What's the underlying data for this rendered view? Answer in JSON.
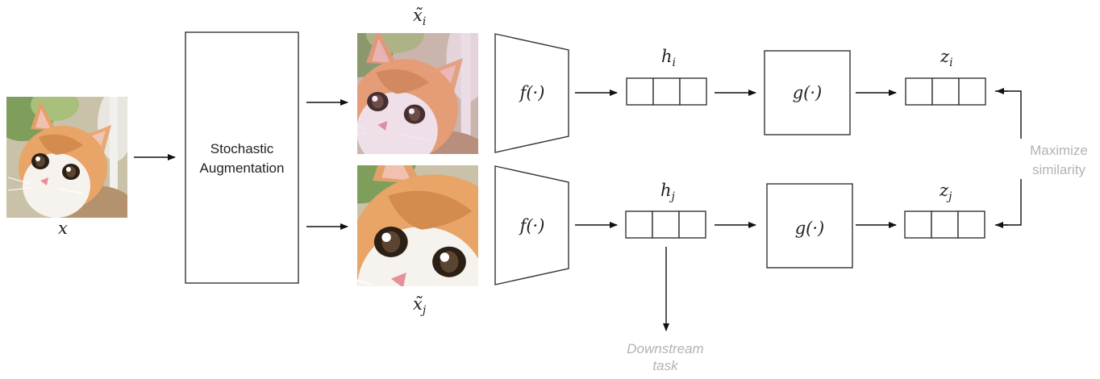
{
  "input": {
    "symbol": "x"
  },
  "augmentation": {
    "line1": "Stochastic",
    "line2": "Augmentation"
  },
  "views": {
    "top_symbol": "x̃",
    "top_sub": "i",
    "bottom_symbol": "x̃",
    "bottom_sub": "j"
  },
  "encoder": {
    "top_label": "f(·)",
    "bottom_label": "f(·)"
  },
  "representations": {
    "top_symbol": "h",
    "top_sub": "i",
    "bottom_symbol": "h",
    "bottom_sub": "j"
  },
  "projection": {
    "top_label": "g(·)",
    "bottom_label": "g(·)"
  },
  "outputs": {
    "top_symbol": "z",
    "top_sub": "i",
    "bottom_symbol": "z",
    "bottom_sub": "j"
  },
  "similarity": {
    "line1": "Maximize",
    "line2": "similarity"
  },
  "downstream": {
    "line1": "Downstream",
    "line2": "task"
  },
  "colors": {
    "stroke": "#333333",
    "grey_text": "#b3b3b3",
    "cat_fur": "#e8a062",
    "cat_white": "#f5f2ee",
    "background_green": "#8fae68"
  }
}
